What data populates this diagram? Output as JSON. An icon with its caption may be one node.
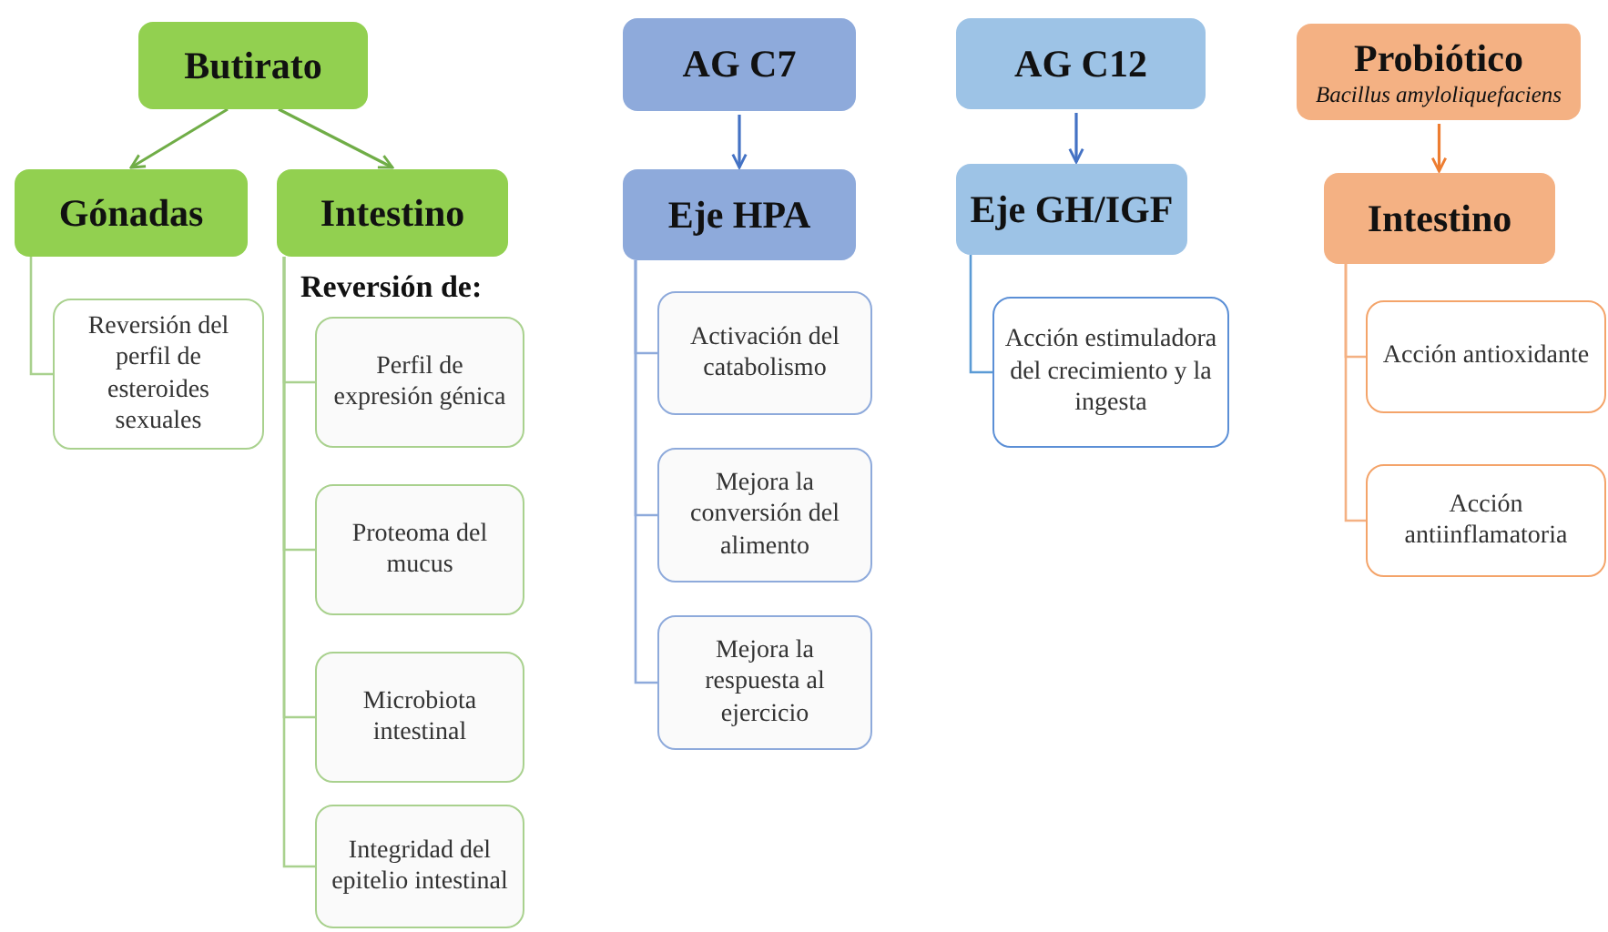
{
  "diagram": {
    "nodes": [
      {
        "text": [
          "Butirato"
        ]
      },
      {
        "text": [
          "Gónadas"
        ]
      },
      {
        "text": [
          "Intestino"
        ]
      },
      {
        "text": [
          "Reversión del perfil de esteroides sexuales"
        ]
      },
      {
        "text": [
          "Perfil de expresión génica"
        ]
      },
      {
        "text": [
          "Proteoma del mucus"
        ]
      },
      {
        "text": [
          "Microbiota intestinal"
        ]
      },
      {
        "text": [
          "Integridad del epitelio intestinal"
        ]
      },
      {
        "text": [
          "AG C7"
        ]
      },
      {
        "text": [
          "Eje HPA"
        ]
      },
      {
        "text": [
          "Activación del catabolismo"
        ]
      },
      {
        "text": [
          "Mejora la conversión del alimento"
        ]
      },
      {
        "text": [
          "Mejora la respuesta al ejercicio"
        ]
      },
      {
        "text": [
          "AG C12"
        ]
      },
      {
        "text": [
          "Eje GH/IGF"
        ]
      },
      {
        "text": [
          "Acción estimuladora del crecimiento y la ingesta"
        ]
      },
      {
        "text": [
          "Probiótico",
          "Bacillus amyloliquefaciens"
        ]
      },
      {
        "text": [
          "Intestino"
        ]
      },
      {
        "text": [
          "Acción antioxidante"
        ]
      },
      {
        "text": [
          "Acción antiinflamatoria"
        ]
      }
    ],
    "edges": [
      {
        "from": 0,
        "to": 1,
        "arrow": "to",
        "color": "#70ad47"
      },
      {
        "from": 0,
        "to": 2,
        "arrow": "to",
        "color": "#70ad47"
      },
      {
        "from": 1,
        "to": 3,
        "arrow": "none",
        "color": "#a9d18e"
      },
      {
        "from": 2,
        "to": 4,
        "arrow": "none",
        "color": "#a9d18e"
      },
      {
        "from": 2,
        "to": 5,
        "arrow": "none",
        "color": "#a9d18e"
      },
      {
        "from": 2,
        "to": 6,
        "arrow": "none",
        "color": "#a9d18e"
      },
      {
        "from": 2,
        "to": 7,
        "arrow": "none",
        "color": "#a9d18e"
      },
      {
        "from": 8,
        "to": 9,
        "arrow": "to",
        "color": "#4472c4"
      },
      {
        "from": 9,
        "to": 10,
        "arrow": "none",
        "color": "#8eaadb"
      },
      {
        "from": 9,
        "to": 11,
        "arrow": "none",
        "color": "#8eaadb"
      },
      {
        "from": 9,
        "to": 12,
        "arrow": "none",
        "color": "#8eaadb"
      },
      {
        "from": 13,
        "to": 14,
        "arrow": "to",
        "color": "#4472c4"
      },
      {
        "from": 14,
        "to": 15,
        "arrow": "none",
        "color": "#5b9bd5"
      },
      {
        "from": 16,
        "to": 17,
        "arrow": "to",
        "color": "#ed7d31"
      },
      {
        "from": 17,
        "to": 18,
        "arrow": "none",
        "color": "#f4b183"
      },
      {
        "from": 17,
        "to": 19,
        "arrow": "none",
        "color": "#f4b183"
      }
    ],
    "labels": [
      "Reversión de:"
    ]
  }
}
